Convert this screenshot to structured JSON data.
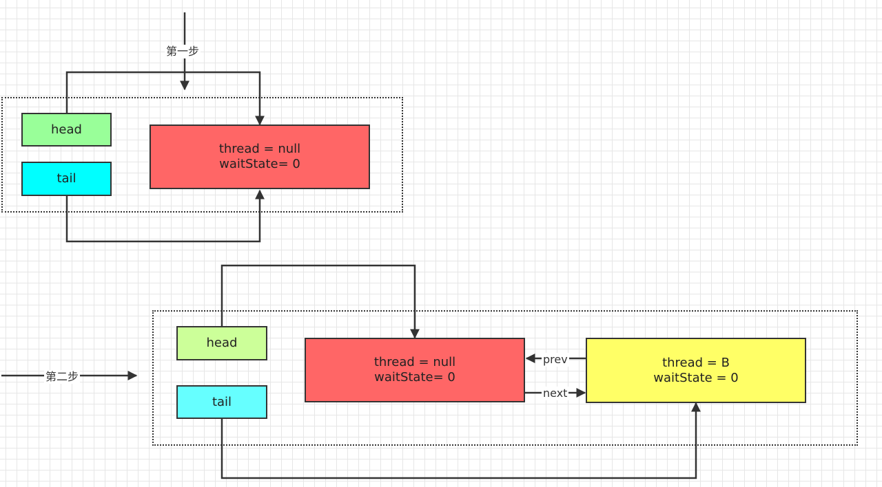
{
  "steps": {
    "one": "第一步",
    "two": "第二步"
  },
  "diagram1": {
    "head": "head",
    "tail": "tail",
    "node": {
      "line1": "thread = null",
      "line2": "waitState= 0"
    }
  },
  "diagram2": {
    "head": "head",
    "tail": "tail",
    "node_a": {
      "line1": "thread = null",
      "line2": "waitState= 0"
    },
    "node_b": {
      "line1": "thread = B",
      "line2": "waitState = 0"
    },
    "prev_label": "prev",
    "next_label": "next"
  },
  "colors": {
    "head1": "#99ff99",
    "tail1": "#00ffff",
    "node_red": "#ff6666",
    "head2": "#ccff99",
    "tail2": "#66ffff",
    "node_yellow": "#ffff66"
  }
}
